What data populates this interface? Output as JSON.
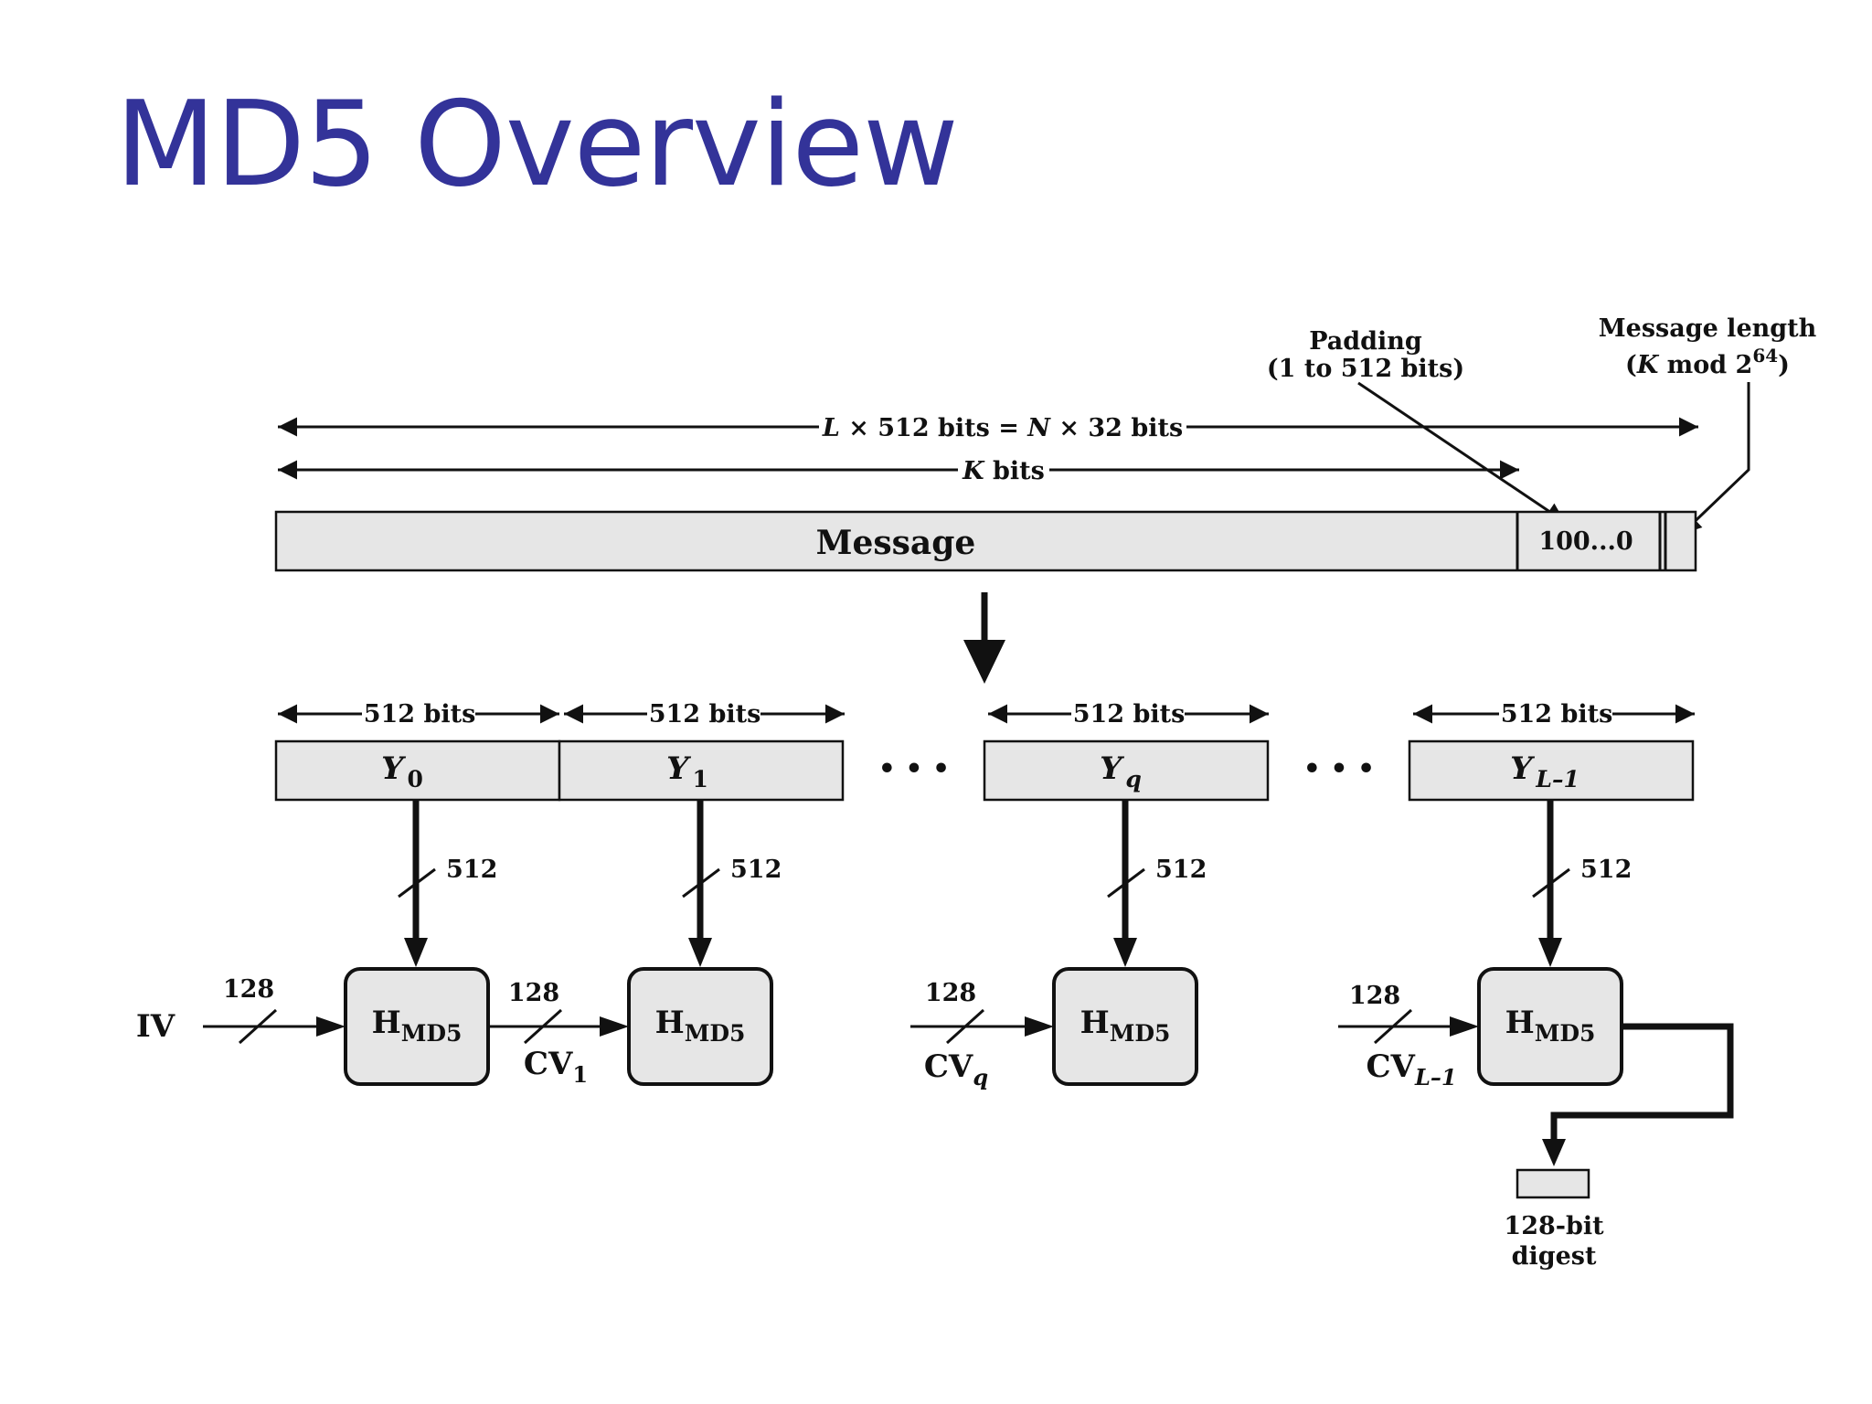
{
  "title": "MD5 Overview",
  "labels": {
    "padding_line1": "Padding",
    "padding_line2": "(1 to 512 bits)",
    "msglen_line1": "Message length",
    "msglen_pre": "(",
    "msglen_K": "K",
    "msglen_mod": " mod 2",
    "msglen_exp": "64",
    "msglen_post": ")",
    "total_L": "L",
    "total_mid": " × 512 bits = ",
    "total_N": "N",
    "total_end": " × 32 bits",
    "kbits_K": "K",
    "kbits_end": " bits",
    "message": "Message",
    "padding_value": "100...0",
    "dots": "• • •",
    "iv": "IV",
    "digest_line1": "128-bit",
    "digest_line2": "digest"
  },
  "blocks": [
    {
      "letter": "Y",
      "sub": "0",
      "size": "512 bits",
      "bus": "512"
    },
    {
      "letter": "Y",
      "sub": "1",
      "size": "512 bits",
      "bus": "512"
    },
    {
      "letter": "Y",
      "sub": "q",
      "size": "512 bits",
      "bus": "512"
    },
    {
      "letter": "Y",
      "sub": "L–1",
      "size": "512 bits",
      "bus": "512"
    }
  ],
  "hash_units": [
    {
      "label": "H",
      "sub": "MD5"
    },
    {
      "label": "H",
      "sub": "MD5"
    },
    {
      "label": "H",
      "sub": "MD5"
    },
    {
      "label": "H",
      "sub": "MD5"
    }
  ],
  "chain": [
    {
      "bits": "128",
      "cv": "",
      "cv_sub": ""
    },
    {
      "bits": "128",
      "cv": "CV",
      "cv_sub": "1"
    },
    {
      "bits": "128",
      "cv": "CV",
      "cv_sub": "q"
    },
    {
      "bits": "128",
      "cv": "CV",
      "cv_sub": "L–1"
    }
  ]
}
